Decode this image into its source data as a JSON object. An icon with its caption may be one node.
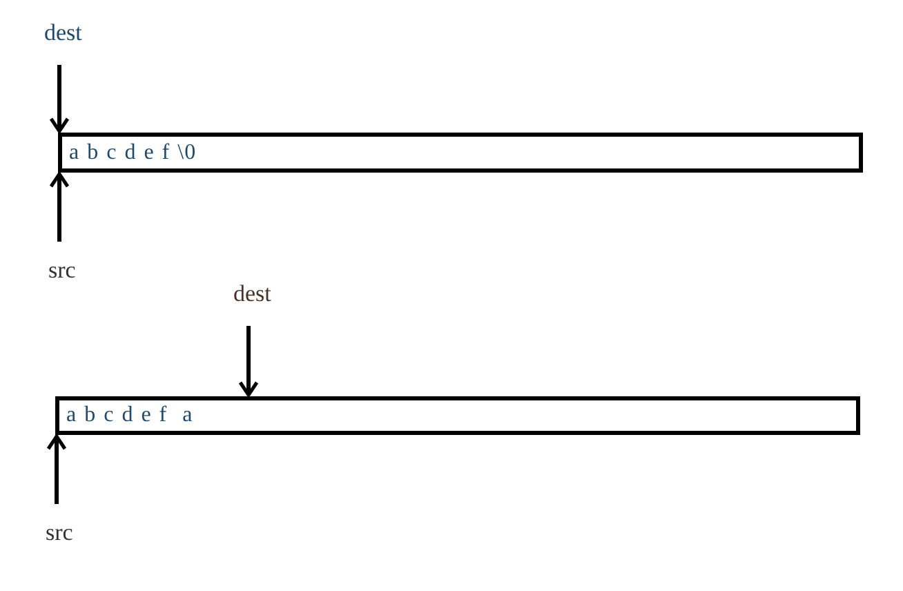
{
  "diagram": {
    "nodes": [
      {
        "text": [
          "dest"
        ]
      },
      {
        "text": [
          "a b c d e f \\0"
        ]
      },
      {
        "text": [
          "src"
        ]
      },
      {
        "text": [
          "dest"
        ]
      },
      {
        "text": [
          "a b c d e f  a"
        ]
      },
      {
        "text": [
          "src"
        ]
      }
    ],
    "edges": [
      {
        "from": 0,
        "to": 1,
        "arrow": "to"
      },
      {
        "from": 2,
        "to": 1,
        "arrow": "to"
      },
      {
        "from": 3,
        "to": 4,
        "arrow": "to"
      },
      {
        "from": 5,
        "to": 4,
        "arrow": "to"
      }
    ]
  }
}
